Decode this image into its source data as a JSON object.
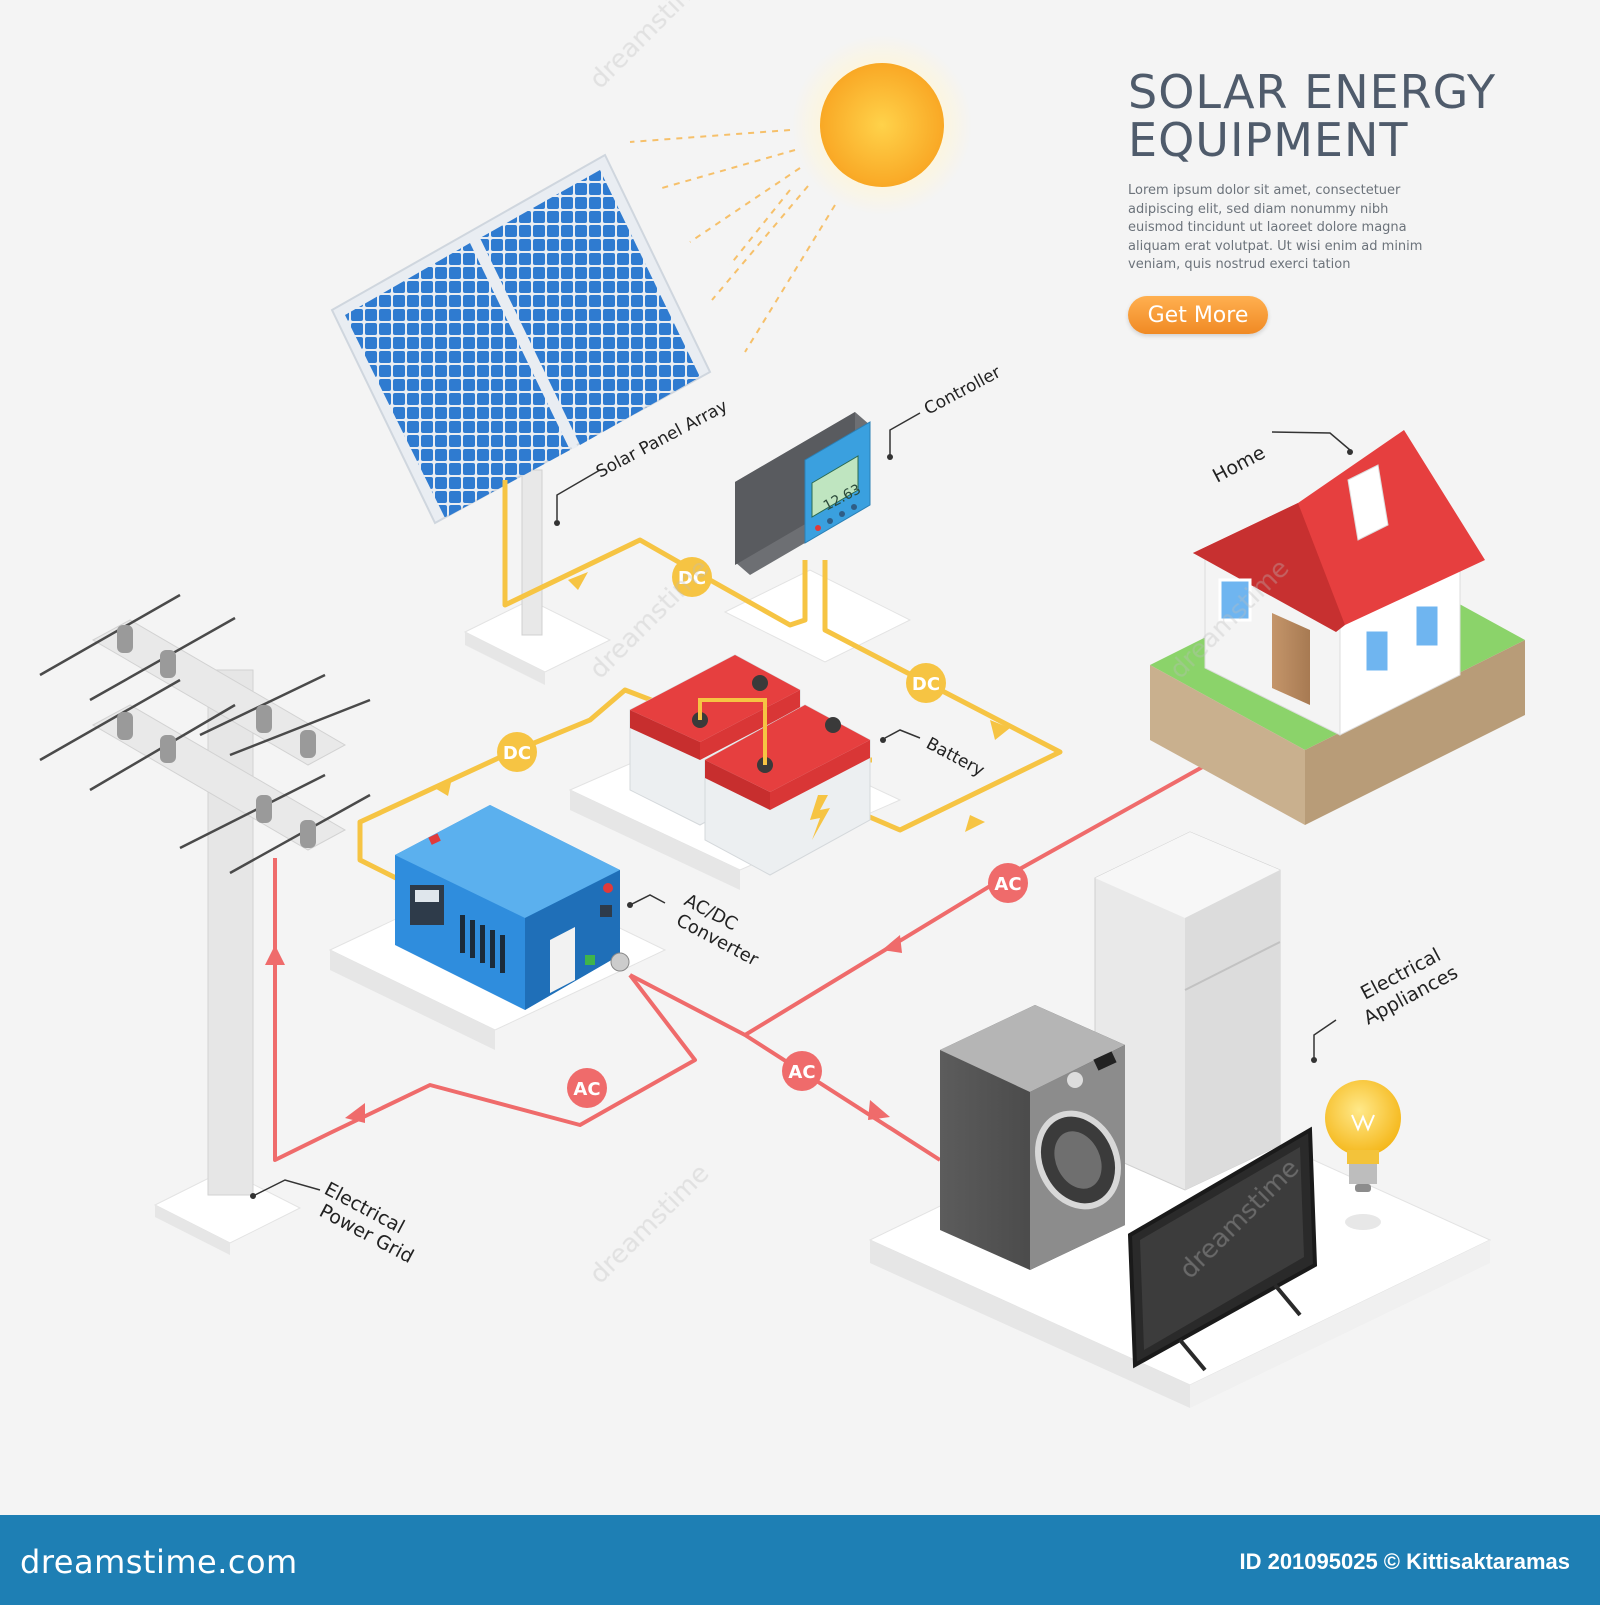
{
  "title": {
    "line1": "SOLAR ENERGY",
    "line2": "EQUIPMENT"
  },
  "description": "Lorem ipsum dolor sit amet, consectetuer adipiscing elit, sed diam nonummy nibh euismod tincidunt ut laoreet dolore magna aliquam erat volutpat. Ut wisi enim ad minim veniam, quis nostrud exerci tation",
  "cta_label": "Get More",
  "labels": {
    "solar_panel": "Solar Panel Array",
    "controller": "Controller",
    "home": "Home",
    "battery": "Battery",
    "converter_line1": "AC/DC",
    "converter_line2": "Converter",
    "appliances_line1": "Electrical",
    "appliances_line2": "Appliances",
    "grid_line1": "Electrical",
    "grid_line2": "Power Grid"
  },
  "controller_display": "12.63",
  "current": {
    "dc": "DC",
    "ac": "AC"
  },
  "watermark": "dreamstime",
  "footer": {
    "logo": "dreamstime.com",
    "credit": "ID 201095025 © Kittisaktaramas"
  },
  "colors": {
    "dc_line": "#f6c443",
    "ac_line": "#ef6b6b",
    "roof": "#e63f3f",
    "footer_bg": "#1e7fb4",
    "cta": "#f3953a",
    "title": "#4f5b6b"
  }
}
